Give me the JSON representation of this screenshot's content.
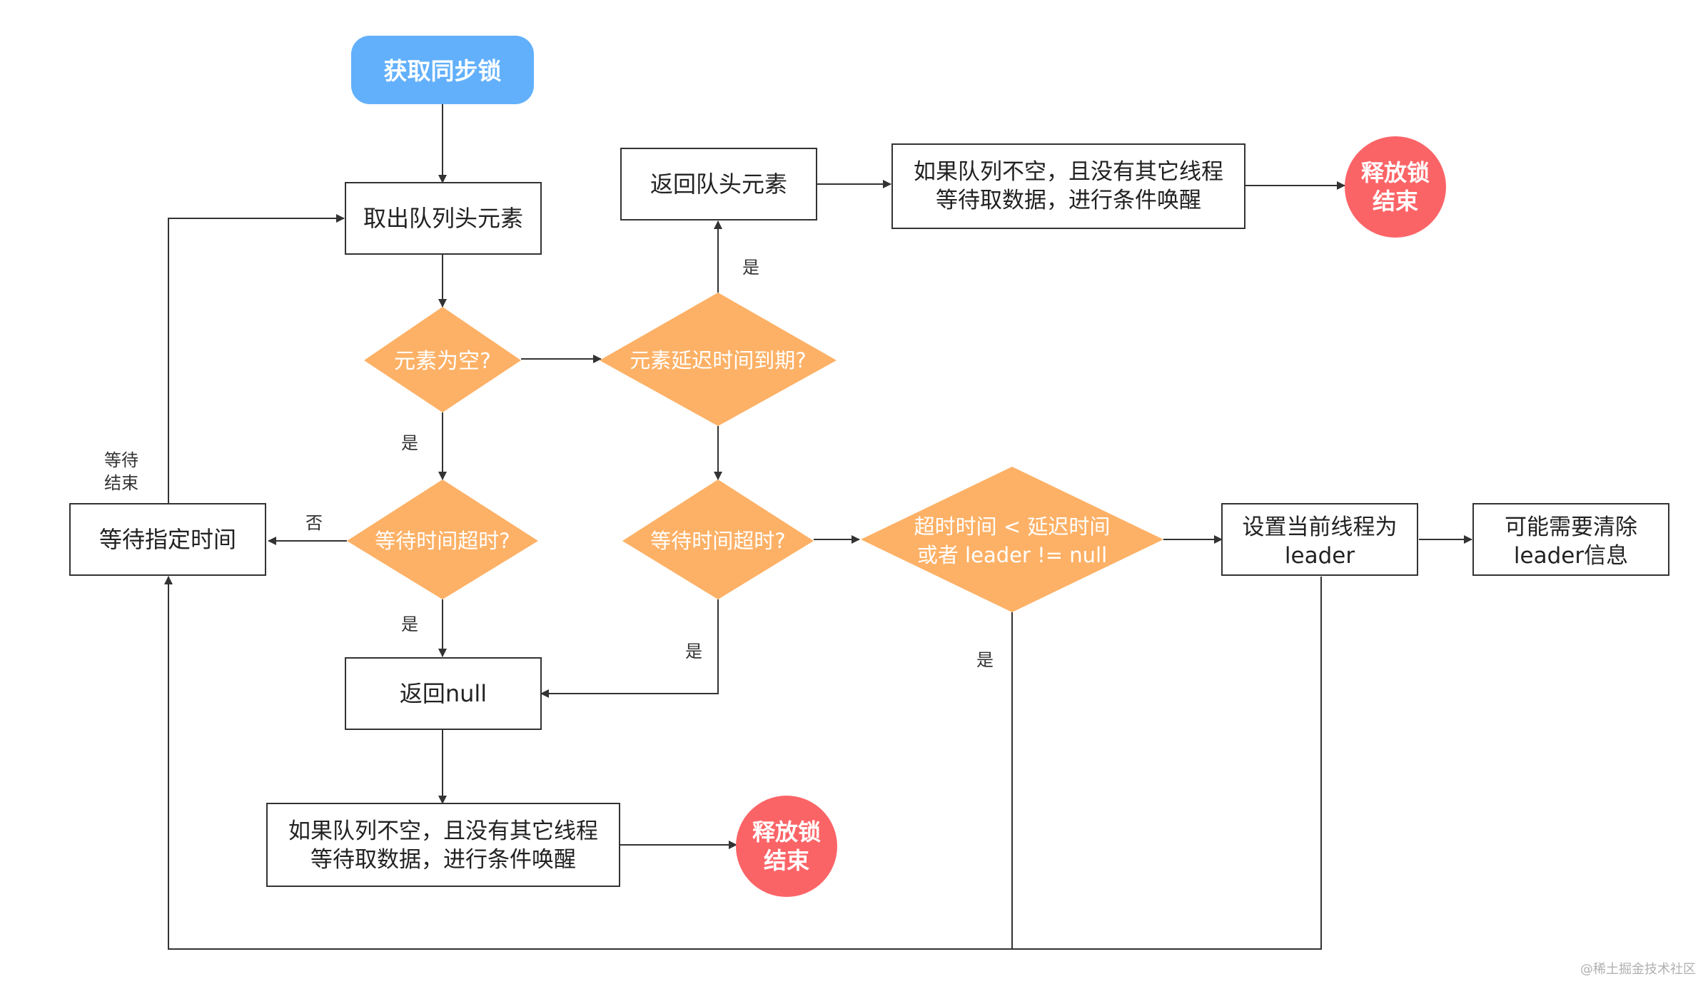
{
  "colors": {
    "start_fill": "#62b0fb",
    "decision_fill": "#fdb166",
    "end_fill": "#fb6467",
    "box_stroke": "#333333",
    "line": "#333333",
    "text_dark": "#222222",
    "text_light": "#ffffff"
  },
  "nodes": {
    "start": [
      "获取同步锁"
    ],
    "take_head": [
      "取出队列头元素"
    ],
    "return_head": [
      "返回队头元素"
    ],
    "signal_top": [
      "如果队列不空，且没有其它线程",
      "等待取数据，进行条件唤醒"
    ],
    "release_top": [
      "释放锁",
      "结束"
    ],
    "is_empty": [
      "元素为空?"
    ],
    "delay_expired": [
      "元素延迟时间到期?"
    ],
    "wait_timeout_left": [
      "等待时间超时?"
    ],
    "wait_timeout_mid": [
      "等待时间超时?"
    ],
    "timeout_lt_delay": [
      "超时时间 < 延迟时间",
      "或者 leader != null"
    ],
    "set_leader": [
      "设置当前线程为",
      "leader"
    ],
    "clear_leader": [
      "可能需要清除",
      "leader信息"
    ],
    "wait_specified": [
      "等待指定时间"
    ],
    "return_null": [
      "返回null"
    ],
    "signal_bottom": [
      "如果队列不空，且没有其它线程",
      "等待取数据，进行条件唤醒"
    ],
    "release_bottom": [
      "释放锁",
      "结束"
    ]
  },
  "edge_labels": {
    "yes_expired": "是",
    "yes_empty": "是",
    "no_left": "否",
    "yes_left_timeout": "是",
    "yes_mid_timeout": "是",
    "yes_condition": "是",
    "wait_end": [
      "等待",
      "结束"
    ]
  },
  "watermark": "@稀土掘金技术社区"
}
